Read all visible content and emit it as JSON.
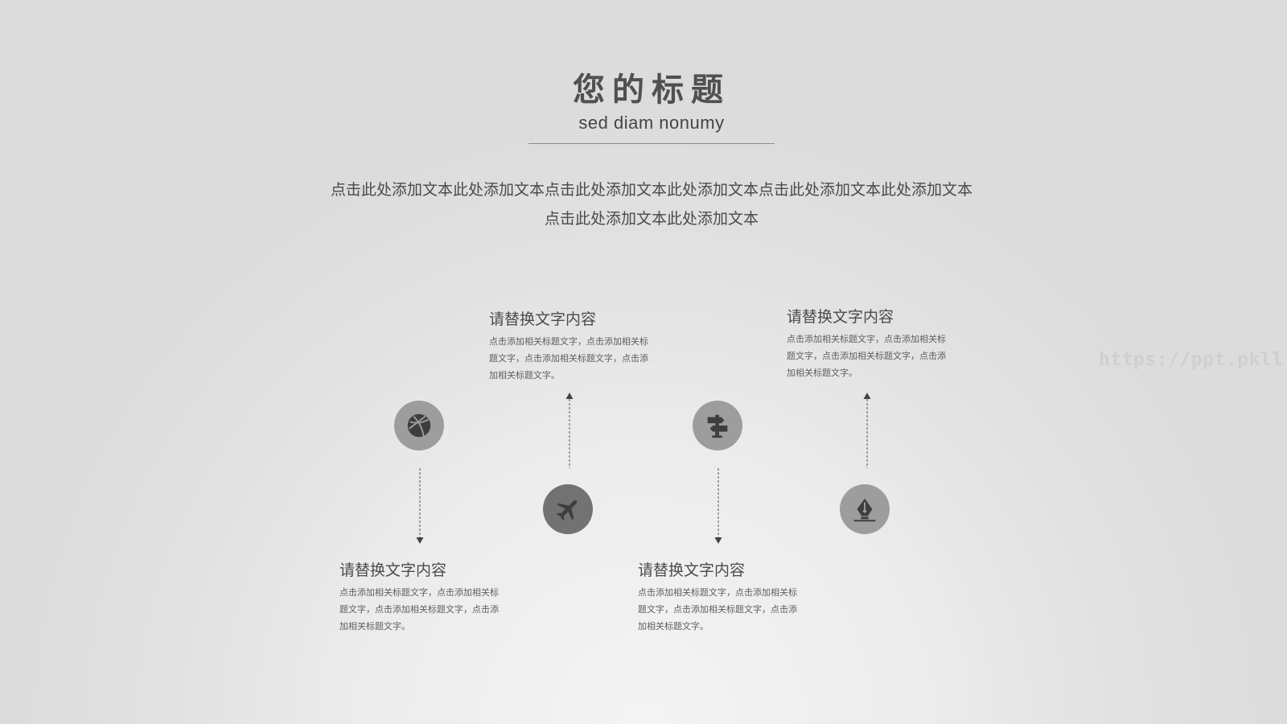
{
  "header": {
    "title": "您的标题",
    "subtitle": "sed diam nonumy"
  },
  "intro": {
    "line1": "点击此处添加文本此处添加文本点击此处添加文本此处添加文本点击此处添加文本此处添加文本",
    "line2": "点击此处添加文本此处添加文本"
  },
  "items": [
    {
      "title": "请替换文字内容",
      "desc": "点击添加相关标题文字，点击添加相关标题文字，点击添加相关标题文字，点击添加相关标题文字。",
      "icon": "dribbble-icon"
    },
    {
      "title": "请替换文字内容",
      "desc": "点击添加相关标题文字，点击添加相关标题文字，点击添加相关标题文字，点击添加相关标题文字。",
      "icon": "airplane-icon"
    },
    {
      "title": "请替换文字内容",
      "desc": "点击添加相关标题文字，点击添加相关标题文字，点击添加相关标题文字，点击添加相关标题文字。",
      "icon": "signpost-icon"
    },
    {
      "title": "请替换文字内容",
      "desc": "点击添加相关标题文字，点击添加相关标题文字，点击添加相关标题文字，点击添加相关标题文字。",
      "icon": "fountain-pen-icon"
    }
  ],
  "watermark": "https://ppt.pkll.de",
  "colors": {
    "icon_light": "#9d9d9d",
    "icon_dark": "#727272",
    "glyph": "#3e3e3e",
    "text": "#4b4b4b"
  }
}
